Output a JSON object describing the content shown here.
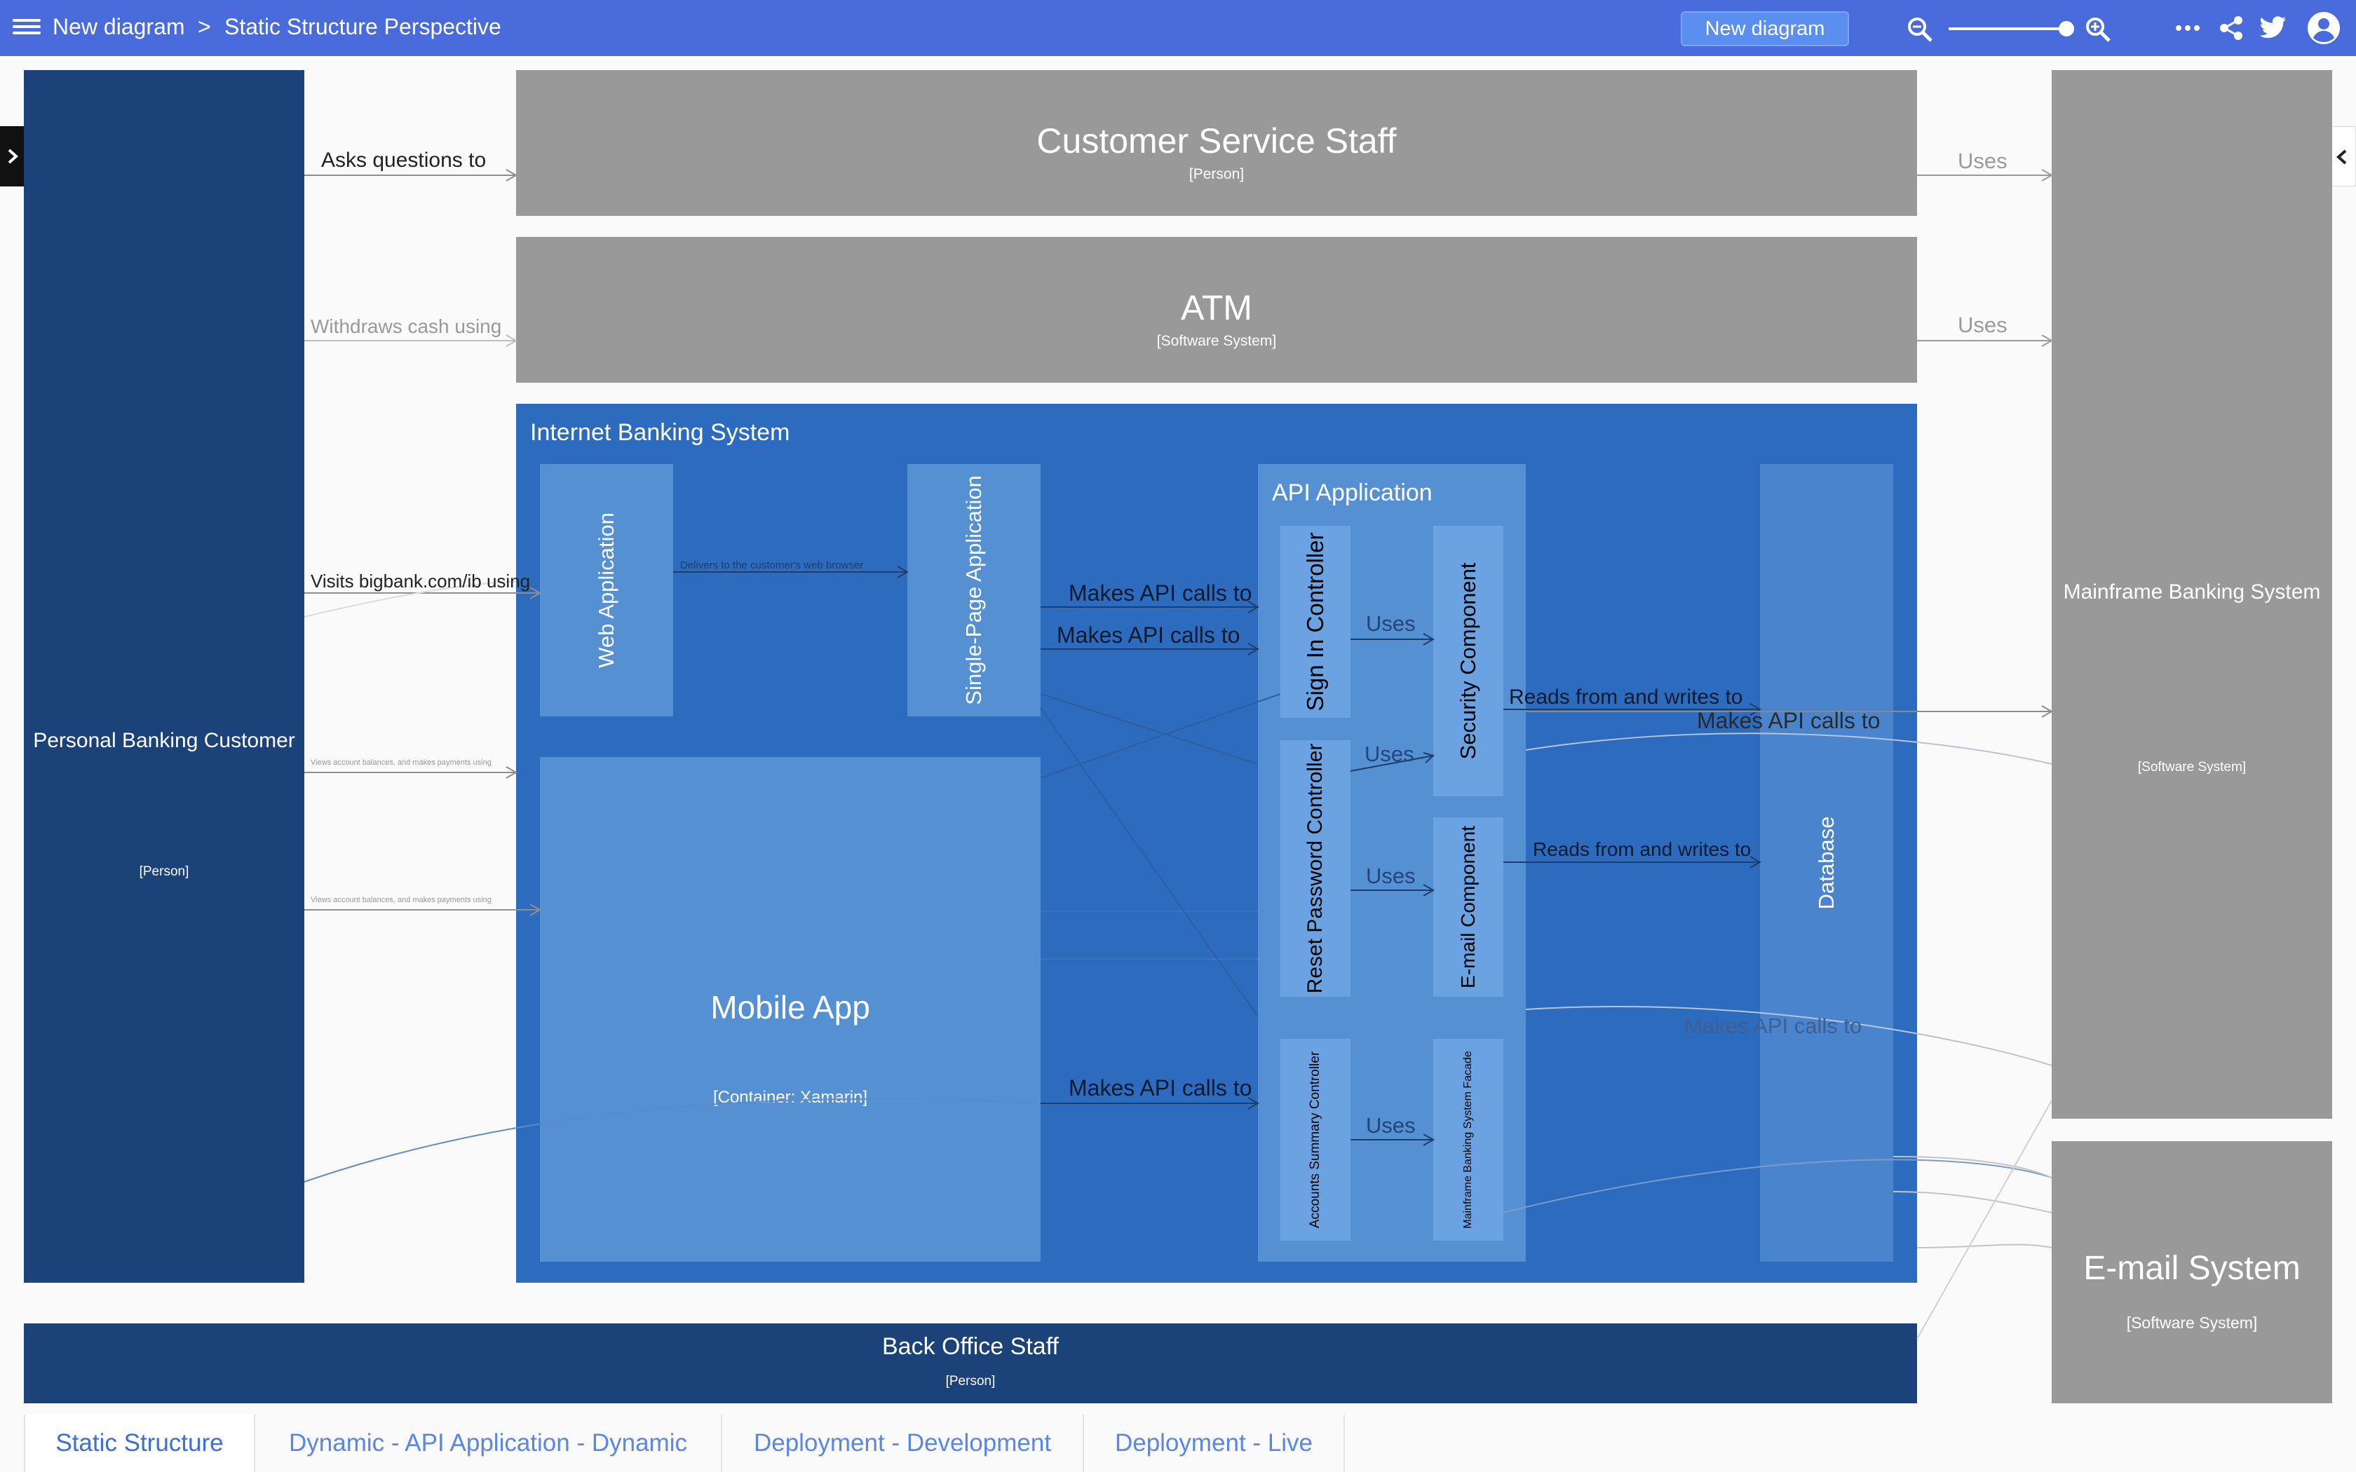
{
  "topbar": {
    "breadcrumb_root": "New diagram",
    "breadcrumb_sep": ">",
    "breadcrumb_current": "Static Structure Perspective",
    "new_button": "New diagram",
    "colors": {
      "bar": "#4a6bdb",
      "button": "#5a8eef"
    },
    "icons": [
      "menu-icon",
      "zoom-out-icon",
      "zoom-in-icon",
      "more-icon",
      "share-icon",
      "twitter-icon",
      "account-icon"
    ]
  },
  "diagram": {
    "personal_customer": {
      "name": "Personal Banking Customer",
      "tag": "[Person]"
    },
    "customer_service": {
      "name": "Customer Service Staff",
      "tag": "[Person]"
    },
    "atm": {
      "name": "ATM",
      "tag": "[Software System]"
    },
    "internet_banking": {
      "name": "Internet Banking System"
    },
    "web_app": {
      "name": "Web Application"
    },
    "spa": {
      "name": "Single-Page Application"
    },
    "mobile_app": {
      "name": "Mobile App",
      "tag": "[Container: Xamarin]"
    },
    "api_app": {
      "name": "API Application"
    },
    "signin": {
      "name": "Sign In Controller"
    },
    "reset_pw": {
      "name": "Reset Password Controller"
    },
    "accounts_summary": {
      "name": "Accounts Summary Controller"
    },
    "security": {
      "name": "Security Component"
    },
    "email_component": {
      "name": "E-mail Component"
    },
    "mainframe_facade": {
      "name": "Mainframe Banking System Facade"
    },
    "database": {
      "name": "Database"
    },
    "mainframe": {
      "name": "Mainframe Banking System",
      "tag": "[Software System]"
    },
    "email_system": {
      "name": "E-mail System",
      "tag": "[Software System]"
    },
    "back_office": {
      "name": "Back Office Staff",
      "tag": "[Person]"
    },
    "relations": {
      "asks": "Asks questions to",
      "withdraws": "Withdraws cash using",
      "visits": "Visits bigbank.com/ib using",
      "views1": "Views account balances, and makes payments using",
      "views2": "Views account balances, and makes payments using",
      "delivers": "Delivers to the customer's web browser",
      "api1": "Makes API calls to",
      "api2": "Makes API calls to",
      "api3": "Makes API calls to",
      "uses1": "Uses",
      "uses2": "Uses",
      "uses3": "Uses",
      "uses4": "Uses",
      "reads1": "Reads from and writes to",
      "reads2": "Reads from and writes to",
      "mainframe_api": "Makes API calls to",
      "faded_api": "Makes API calls to",
      "cs_uses": "Uses",
      "atm_uses": "Uses"
    }
  },
  "tabs": [
    {
      "label": "Static Structure",
      "active": true
    },
    {
      "label": "Dynamic - API Application - Dynamic"
    },
    {
      "label": "Deployment - Development"
    },
    {
      "label": "Deployment - Live"
    }
  ]
}
